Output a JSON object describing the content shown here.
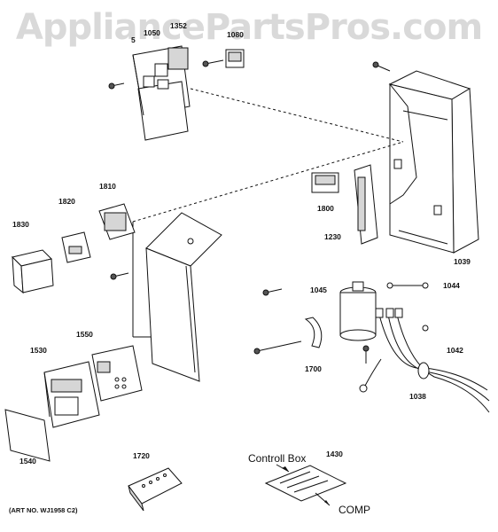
{
  "watermark": "AppliancePartsPros.com",
  "parts": {
    "p1352": "1352",
    "p1050": "1050",
    "p1080": "1080",
    "p5": "5",
    "p1810": "1810",
    "p1820": "1820",
    "p1830": "1830",
    "p1800": "1800",
    "p1230": "1230",
    "p1039": "1039",
    "p1045": "1045",
    "p1044": "1044",
    "p1550": "1550",
    "p1530": "1530",
    "p1700": "1700",
    "p1042": "1042",
    "p1038": "1038",
    "p1540": "1540",
    "p1720": "1720",
    "p1430": "1430"
  },
  "callouts": {
    "control_box": "Controll Box",
    "comp": "COMP"
  },
  "art_no": "(ART NO. WJ1958 C2)"
}
